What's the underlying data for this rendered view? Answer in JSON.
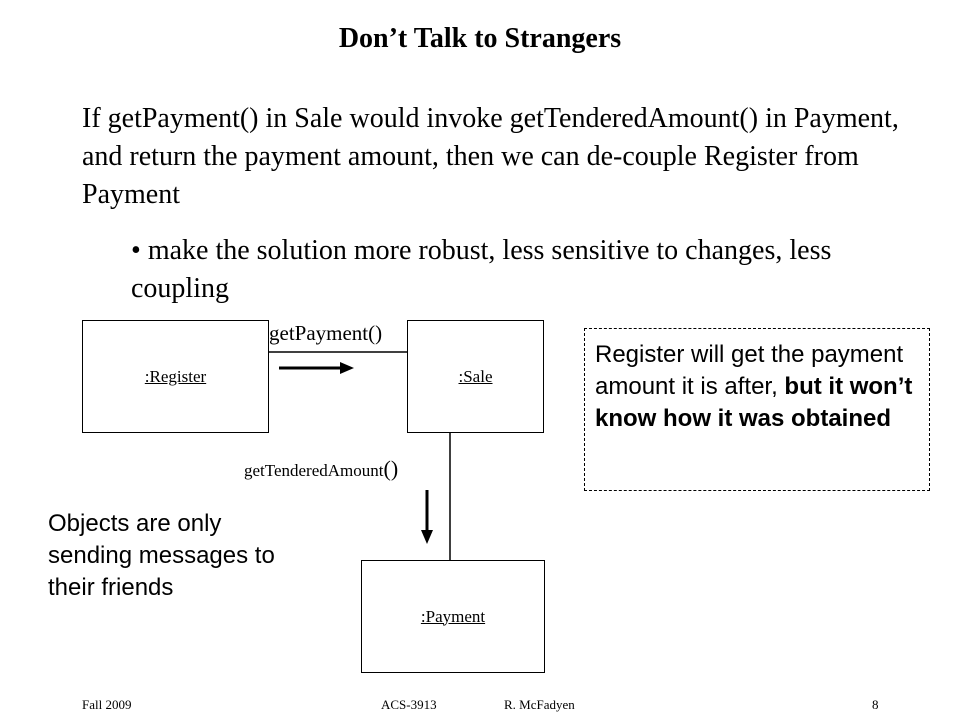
{
  "slide": {
    "title": "Don’t Talk to Strangers",
    "paragraph": "If getPayment() in Sale would invoke getTenderedAmount() in Payment, and return the payment amount, then we can de-couple Register from Payment",
    "bullet": "make the solution more robust, less sensitive to changes, less coupling"
  },
  "diagram": {
    "objects": {
      "register": ":Register",
      "sale": ":Sale",
      "payment": ":Payment"
    },
    "messages": {
      "register_to_sale": "getPayment()",
      "sale_to_payment": "getTenderedAmount",
      "sale_to_payment_parens": "()"
    }
  },
  "note": {
    "text_plain": "Register will get the payment amount it is after, ",
    "text_bold": "but it won’t know how it was obtained"
  },
  "side_note": "Objects are only sending messages to their friends",
  "footer": {
    "date": "Fall 2009",
    "course": "ACS-3913",
    "author": "R. McFadyen",
    "page": "8"
  }
}
